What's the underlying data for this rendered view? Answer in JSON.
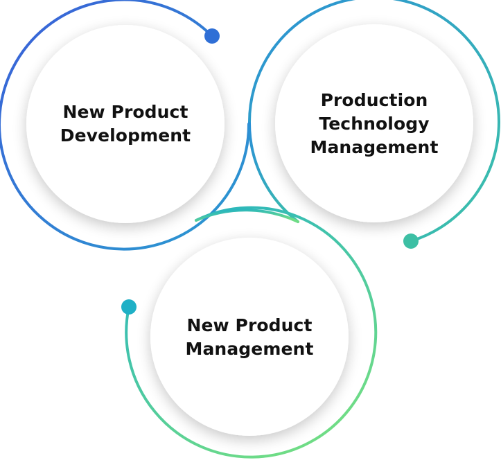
{
  "diagram": {
    "nodes": [
      {
        "id": "new-product-development",
        "lines": [
          "New Product",
          "Development"
        ]
      },
      {
        "id": "production-technology-management",
        "lines": [
          "Production",
          "Technology",
          "Management"
        ]
      },
      {
        "id": "new-product-management",
        "lines": [
          "New Product",
          "Management"
        ]
      }
    ],
    "colors": {
      "gradient_start": "#3a63d8",
      "gradient_mid": "#22a6c8",
      "gradient_end": "#66d98a",
      "dot_blue": "#2f6fd6",
      "dot_teal": "#3dbfa4",
      "dot_cyan": "#1fb0c6",
      "inner_disc": "#ffffff",
      "shadow": "#d9dde3",
      "text": "#111111"
    }
  }
}
